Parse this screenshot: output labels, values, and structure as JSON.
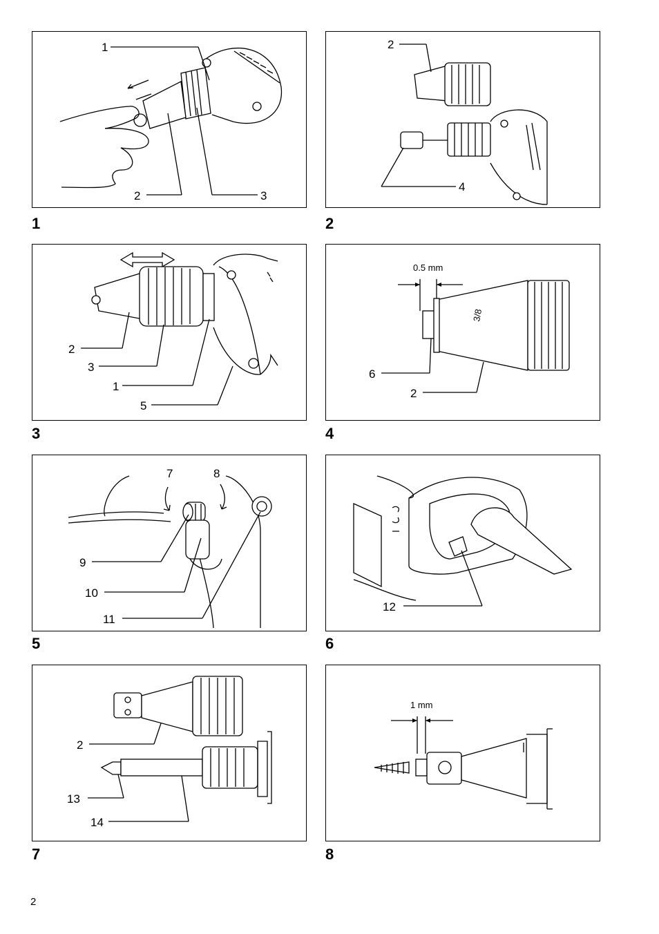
{
  "page_number": "2",
  "figures": [
    {
      "number": "1",
      "callouts": [
        "1",
        "2",
        "3"
      ]
    },
    {
      "number": "2",
      "callouts": [
        "2",
        "4"
      ]
    },
    {
      "number": "3",
      "callouts": [
        "2",
        "3",
        "1",
        "5"
      ]
    },
    {
      "number": "4",
      "callouts": [
        "6",
        "2"
      ],
      "dimension": "0.5 mm",
      "marking": "3/8"
    },
    {
      "number": "5",
      "callouts": [
        "7",
        "8",
        "9",
        "10",
        "11"
      ]
    },
    {
      "number": "6",
      "callouts": [
        "12"
      ]
    },
    {
      "number": "7",
      "callouts": [
        "2",
        "13",
        "14"
      ]
    },
    {
      "number": "8",
      "callouts": [],
      "dimension": "1 mm"
    }
  ]
}
